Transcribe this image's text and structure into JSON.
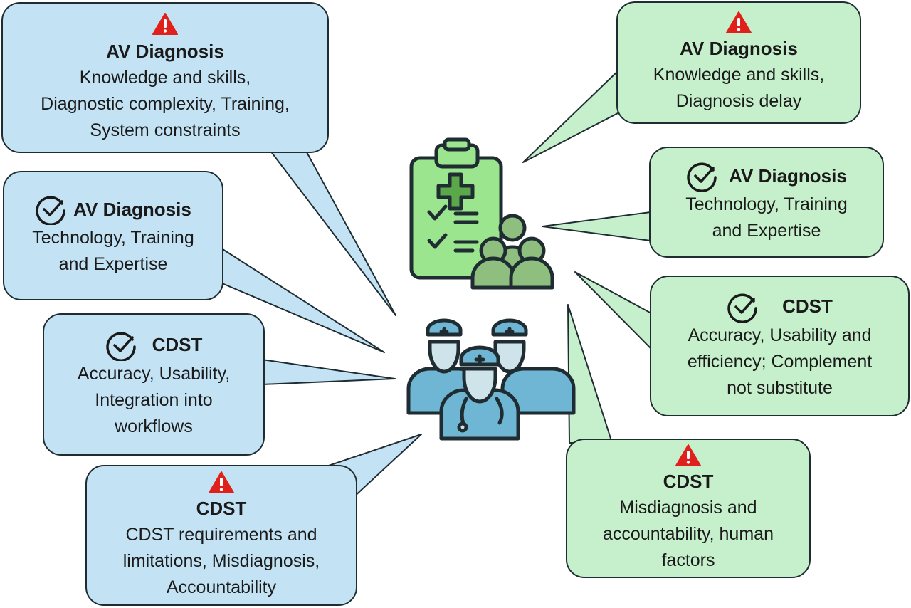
{
  "left": [
    {
      "id": "l1",
      "icon": "warning",
      "title": "AV Diagnosis",
      "text": "Knowledge and skills,\nDiagnostic complexity, Training,\nSystem constraints"
    },
    {
      "id": "l2",
      "icon": "check",
      "title": "AV Diagnosis",
      "text": "Technology, Training\nand Expertise"
    },
    {
      "id": "l3",
      "icon": "check",
      "title": "CDST",
      "text": "Accuracy, Usability,\nIntegration into\nworkflows"
    },
    {
      "id": "l4",
      "icon": "warning",
      "title": "CDST",
      "text": "CDST requirements and\nlimitations, Misdiagnosis,\nAccountability"
    }
  ],
  "right": [
    {
      "id": "r1",
      "icon": "warning",
      "title": "AV Diagnosis",
      "text": "Knowledge and skills,\nDiagnosis delay"
    },
    {
      "id": "r2",
      "icon": "check",
      "title": "AV Diagnosis",
      "text": "Technology, Training\nand Expertise"
    },
    {
      "id": "r3",
      "icon": "check",
      "title": "CDST",
      "text": "Accuracy, Usability and\nefficiency; Complement\nnot substitute"
    },
    {
      "id": "r4",
      "icon": "warning",
      "title": "CDST",
      "text": "Misdiagnosis and\naccountability, human\nfactors"
    }
  ],
  "colors": {
    "left_fill": "#c3e3f5",
    "right_fill": "#c6f0cc",
    "outline": "#1f2d33",
    "warning": "#e0201b",
    "clipboard": "#9be58f",
    "team": "#8fbf7f",
    "doctor_cap": "#6fb6d4",
    "doctor_face": "#cfe4ea"
  },
  "icons": {
    "warning": "warning-triangle-icon",
    "check": "check-circle-icon",
    "clipboard": "clipboard-medical-team-icon",
    "doctors": "doctor-group-icon"
  }
}
